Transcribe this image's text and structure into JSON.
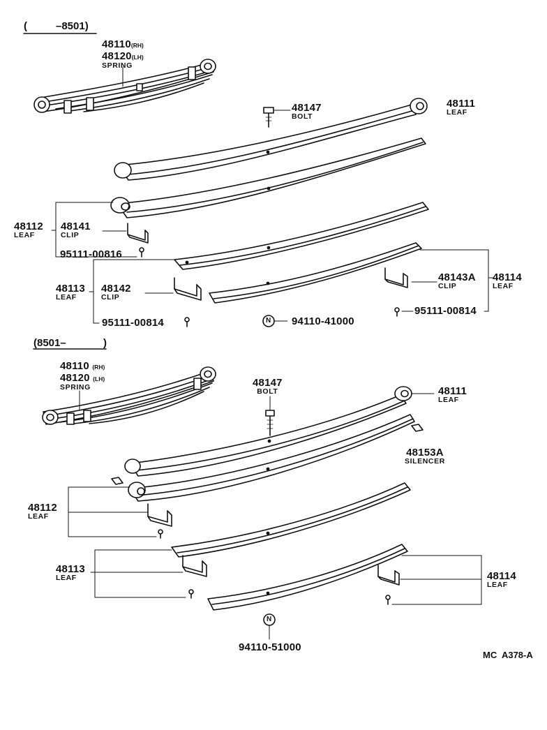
{
  "sections": {
    "top": {
      "range_open": "(",
      "range_end": "–8501)",
      "spring": {
        "rh_part": "48110",
        "rh_tag": "(RH)",
        "lh_part": "48120",
        "lh_tag": "(LH)",
        "name": "SPRING"
      },
      "leaf_48111": {
        "part": "48111",
        "name": "LEAF"
      },
      "bolt": {
        "part": "48147",
        "name": "BOLT"
      },
      "leaf_48112": {
        "part": "48112",
        "name": "LEAF"
      },
      "clip_48141": {
        "part": "48141",
        "name": "CLIP"
      },
      "rivet_a": {
        "part": "95111-00816"
      },
      "leaf_48113": {
        "part": "48113",
        "name": "LEAF"
      },
      "clip_48142": {
        "part": "48142",
        "name": "CLIP"
      },
      "rivet_b": {
        "part": "95111-00814"
      },
      "nut": {
        "symbol": "N",
        "part": "94110-41000"
      },
      "clip_48143a": {
        "part": "48143A",
        "name": "CLIP"
      },
      "leaf_48114": {
        "part": "48114",
        "name": "LEAF"
      },
      "rivet_c": {
        "part": "95111-00814"
      }
    },
    "bottom": {
      "range_start": "(8501–",
      "range_close": ")",
      "spring": {
        "rh_part": "48110",
        "rh_tag": "(RH)",
        "lh_part": "48120",
        "lh_tag": "(LH)",
        "name": "SPRING"
      },
      "bolt": {
        "part": "48147",
        "name": "BOLT"
      },
      "leaf_48111": {
        "part": "48111",
        "name": "LEAF"
      },
      "silencer": {
        "part": "48153A",
        "name": "SILENCER"
      },
      "leaf_48112": {
        "part": "48112",
        "name": "LEAF"
      },
      "leaf_48113": {
        "part": "48113",
        "name": "LEAF"
      },
      "leaf_48114": {
        "part": "48114",
        "name": "LEAF"
      },
      "nut": {
        "symbol": "N",
        "part": "94110-51000"
      }
    }
  },
  "figure_code": "MC  A378-A"
}
